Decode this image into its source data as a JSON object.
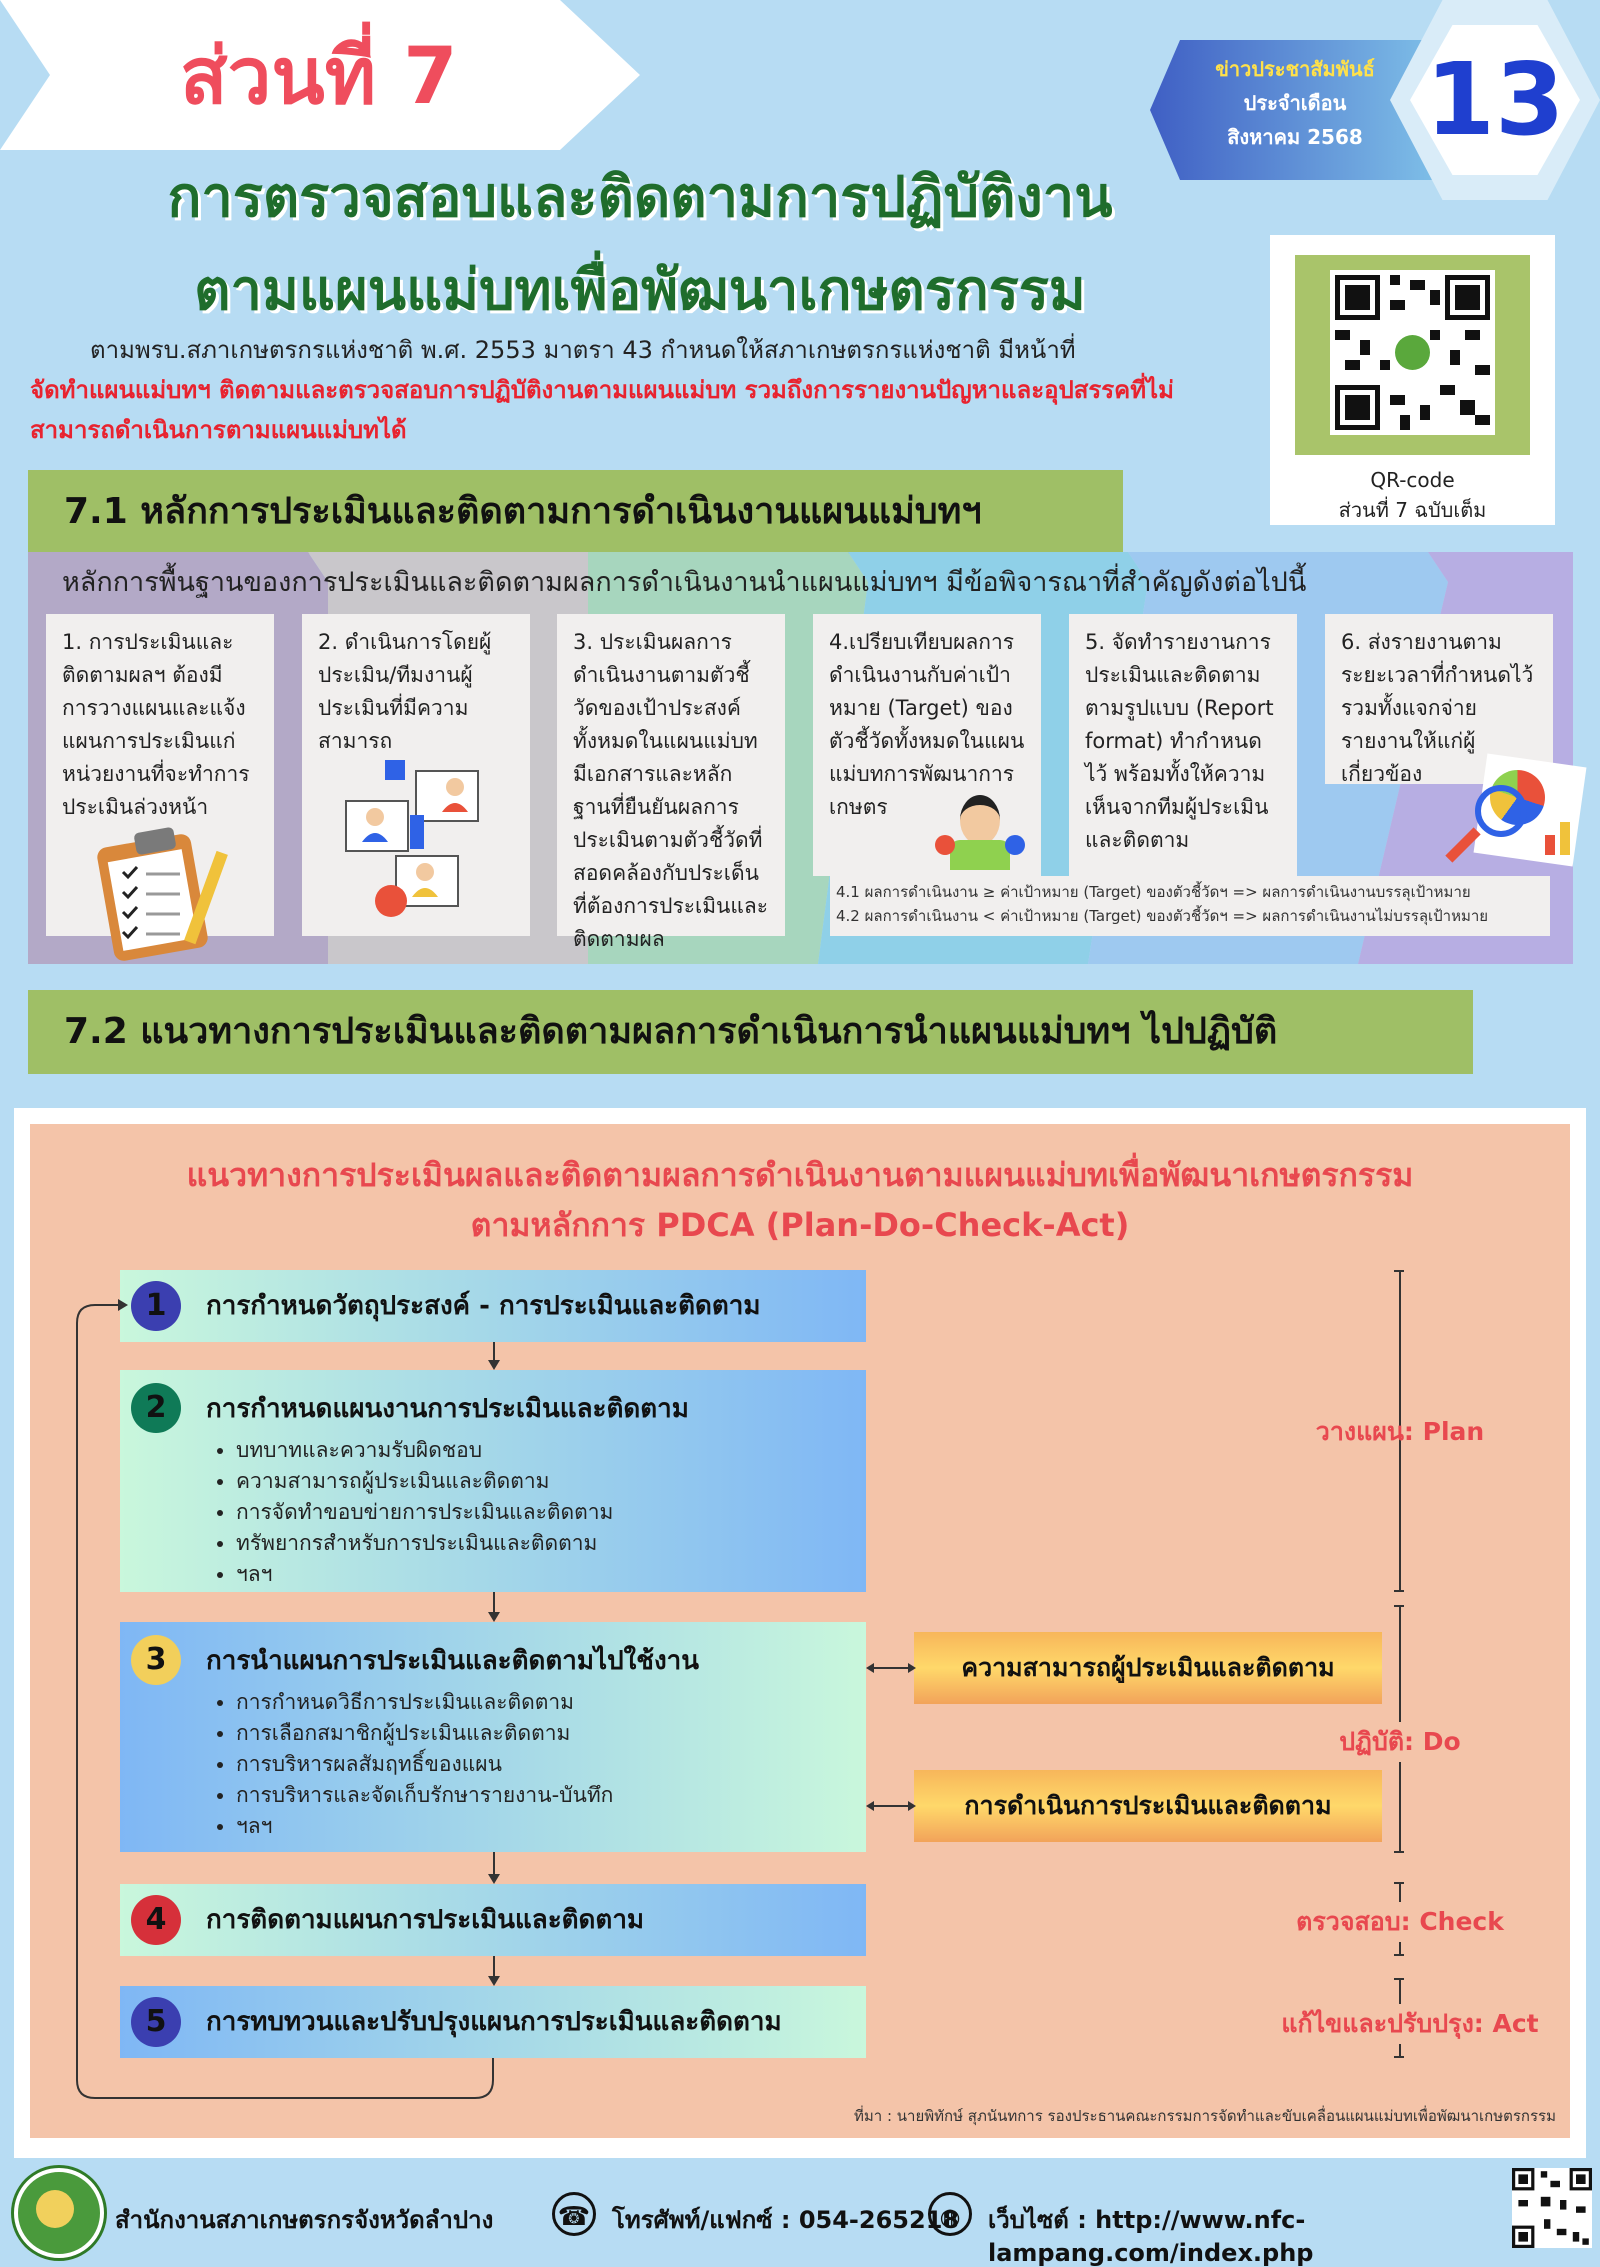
{
  "header": {
    "part_title": "ส่วนที่ 7",
    "badge_line1": "ข่าวประชาสัมพันธ์",
    "badge_line2": "ประจำเดือน",
    "badge_line3": "สิงหาคม 2568",
    "issue_number": "13",
    "title_line1": "การตรวจสอบและติดตามการปฏิบัติงาน",
    "title_line2": "ตามแผนแม่บทเพื่อพัฒนาเกษตรกรรม",
    "intro_normal": "ตามพรบ.สภาเกษตรกรแห่งชาติ พ.ศ. 2553 มาตรา 43 กำหนดให้สภาเกษตรกรแห่งชาติ มีหน้าที่",
    "intro_red": "จัดทำแผนแม่บทฯ ติดตามและตรวจสอบการปฏิบัติงานตามแผนแม่บท รวมถึงการรายงานปัญหาและอุปสรรคที่ไม่สามารถดำเนินการตามแผนแม่บทได้",
    "qr_caption_line1": "QR-code",
    "qr_caption_line2": "ส่วนที่ 7 ฉบับเต็ม"
  },
  "section71": {
    "heading": "7.1 หลักการประเมินและติดตามการดำเนินงานแผนแม่บทฯ",
    "subtitle": "หลักการพื้นฐานของการประเมินและติดตามผลการดำเนินงานนำแผนแม่บทฯ มีข้อพิจารณาที่สำคัญดังต่อไปนี้",
    "cards": [
      {
        "text": "1. การประเมินและติดตามผลฯ ต้องมีการวางแผนและแจ้งแผนการประเมินแก่หน่วยงานที่จะทำการประเมินล่วงหน้า"
      },
      {
        "text": "2. ดำเนินการโดยผู้ประเมิน/ทีมงานผู้ประเมินที่มีความสามารถ"
      },
      {
        "text": "3. ประเมินผลการดำเนินงานตามตัวชี้วัดของเป้าประสงค์ทั้งหมดในแผนแม่บทมีเอกสารและหลักฐานที่ยืนยันผลการประเมินตามตัวชี้วัดที่สอดคล้องกับประเด็นที่ต้องการประเมินและติดตามผล"
      },
      {
        "text": "4.เปรียบเทียบผลการดำเนินงานกับค่าเป้าหมาย (Target) ของตัวชี้วัดทั้งหมดในแผนแม่บทการพัฒนาการเกษตร"
      },
      {
        "text": "5. จัดทำรายงานการประเมินและติดตามตามรูปแบบ (Report format) ทำกำหนดไว้ พร้อมทั้งให้ความเห็นจากทีมผู้ประเมินและติดตาม"
      },
      {
        "text": "6. ส่งรายงานตามระยะเวลาที่กำหนดไว้ รวมทั้งแจกจ่ายรายงานให้แก่ผู้เกี่ยวข้อง"
      }
    ],
    "note_41": "4.1 ผลการดำเนินงาน ≥ ค่าเป้าหมาย (Target) ของตัวชี้วัดฯ => ผลการดำเนินงานบรรลุเป้าหมาย",
    "note_42": "4.2 ผลการดำเนินงาน < ค่าเป้าหมาย (Target) ของตัวชี้วัดฯ => ผลการดำเนินงานไม่บรรลุเป้าหมาย"
  },
  "section72": {
    "heading": "7.2 แนวทางการประเมินและติดตามผลการดำเนินการนำแผนแม่บทฯ ไปปฏิบัติ",
    "panel_title_line1": "แนวทางการประเมินผลและติดตามผลการดำเนินงานตามแผนแม่บทเพื่อพัฒนาเกษตรกรรม",
    "panel_title_line2": "ตามหลักการ PDCA (Plan-Do-Check-Act)",
    "steps": [
      {
        "num": "1",
        "title": "การกำหนดวัตถุประสงค์ - การประเมินและติดตาม",
        "color": "#3b3fb0",
        "bullets": []
      },
      {
        "num": "2",
        "title": "การกำหนดแผนงานการประเมินและติดตาม",
        "color": "#0f7a57",
        "bullets": [
          "บทบาทและความรับผิดชอบ",
          "ความสามารถผู้ประเมินและติดตาม",
          "การจัดทำขอบข่ายการประเมินและติดตาม",
          "ทรัพยากรสำหรับการประเมินและติดตาม",
          "ฯลฯ"
        ]
      },
      {
        "num": "3",
        "title": "การนำแผนการประเมินและติดตามไปใช้งาน",
        "color": "#f2cf5b",
        "bullets": [
          "การกำหนดวิธีการประเมินและติดตาม",
          "การเลือกสมาชิกผู้ประเมินและติดตาม",
          "การบริหารผลสัมฤทธิ์ของแผน",
          "การบริหารและจัดเก็บรักษารายงาน-บันทึก",
          "ฯลฯ"
        ]
      },
      {
        "num": "4",
        "title": "การติดตามแผนการประเมินและติดตาม",
        "color": "#d6303a",
        "bullets": []
      },
      {
        "num": "5",
        "title": "การทบทวนและปรับปรุงแผนการประเมินและติดตาม",
        "color": "#3b3fb0",
        "bullets": []
      }
    ],
    "side_boxes": [
      "ความสามารถผู้ประเมินและติดตาม",
      "การดำเนินการประเมินและติดตาม"
    ],
    "phases": {
      "plan": "วางแผน: Plan",
      "do": "ปฏิบัติ: Do",
      "check": "ตรวจสอบ: Check",
      "act": "แก้ไขและปรับปรุง: Act"
    },
    "source": "ที่มา : นายพิทักษ์ สุภนันทการ รองประธานคณะกรรมการจัดทำและขับเคลื่อนแผนแม่บทเพื่อพัฒนาเกษตรกรรม"
  },
  "footer": {
    "office": "สำนักงานสภาเกษตรกรจังหวัดลำปาง",
    "phone": "โทรศัพท์/แฟกซ์ : 054-265218",
    "website": "เว็บไซต์ : http://www.nfc-lampang.com/index.php",
    "phone_icon": "phone-icon",
    "globe_icon": "globe-icon"
  },
  "colors": {
    "accent_red": "#e8484f",
    "title_green": "#1f6d2c",
    "section_green": "#9fbf66",
    "panel_salmon": "#f4c4a9"
  }
}
